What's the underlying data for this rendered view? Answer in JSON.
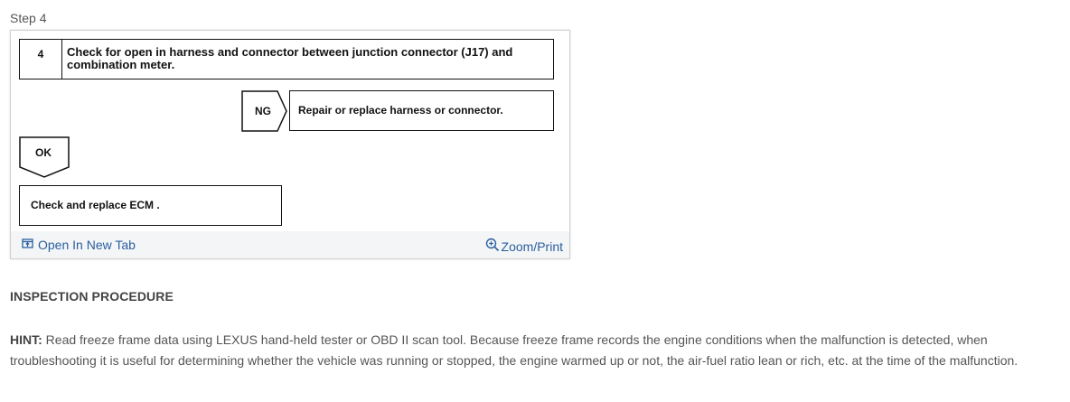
{
  "step": {
    "label": "Step 4"
  },
  "diagram": {
    "step_number": "4",
    "step_text": "Check for open in harness and connector between junction connector (J17) and combination meter.",
    "ng_label": "NG",
    "ng_action": "Repair or replace harness or connector.",
    "ok_label": "OK",
    "ok_action": "Check and replace ECM ."
  },
  "toolbar": {
    "open_tab_label": "Open In New Tab",
    "zoom_label": "Zoom/Print",
    "link_color": "#2a5f9e"
  },
  "section": {
    "heading": "INSPECTION PROCEDURE"
  },
  "hint": {
    "label": "HINT:",
    "text": " Read freeze frame data using LEXUS hand-held tester or OBD II scan tool. Because freeze frame records the engine conditions when the malfunction is detected, when troubleshooting it is useful for determining whether the vehicle was running or stopped, the engine warmed up or not, the air-fuel ratio lean or rich, etc. at the time of the malfunction."
  }
}
